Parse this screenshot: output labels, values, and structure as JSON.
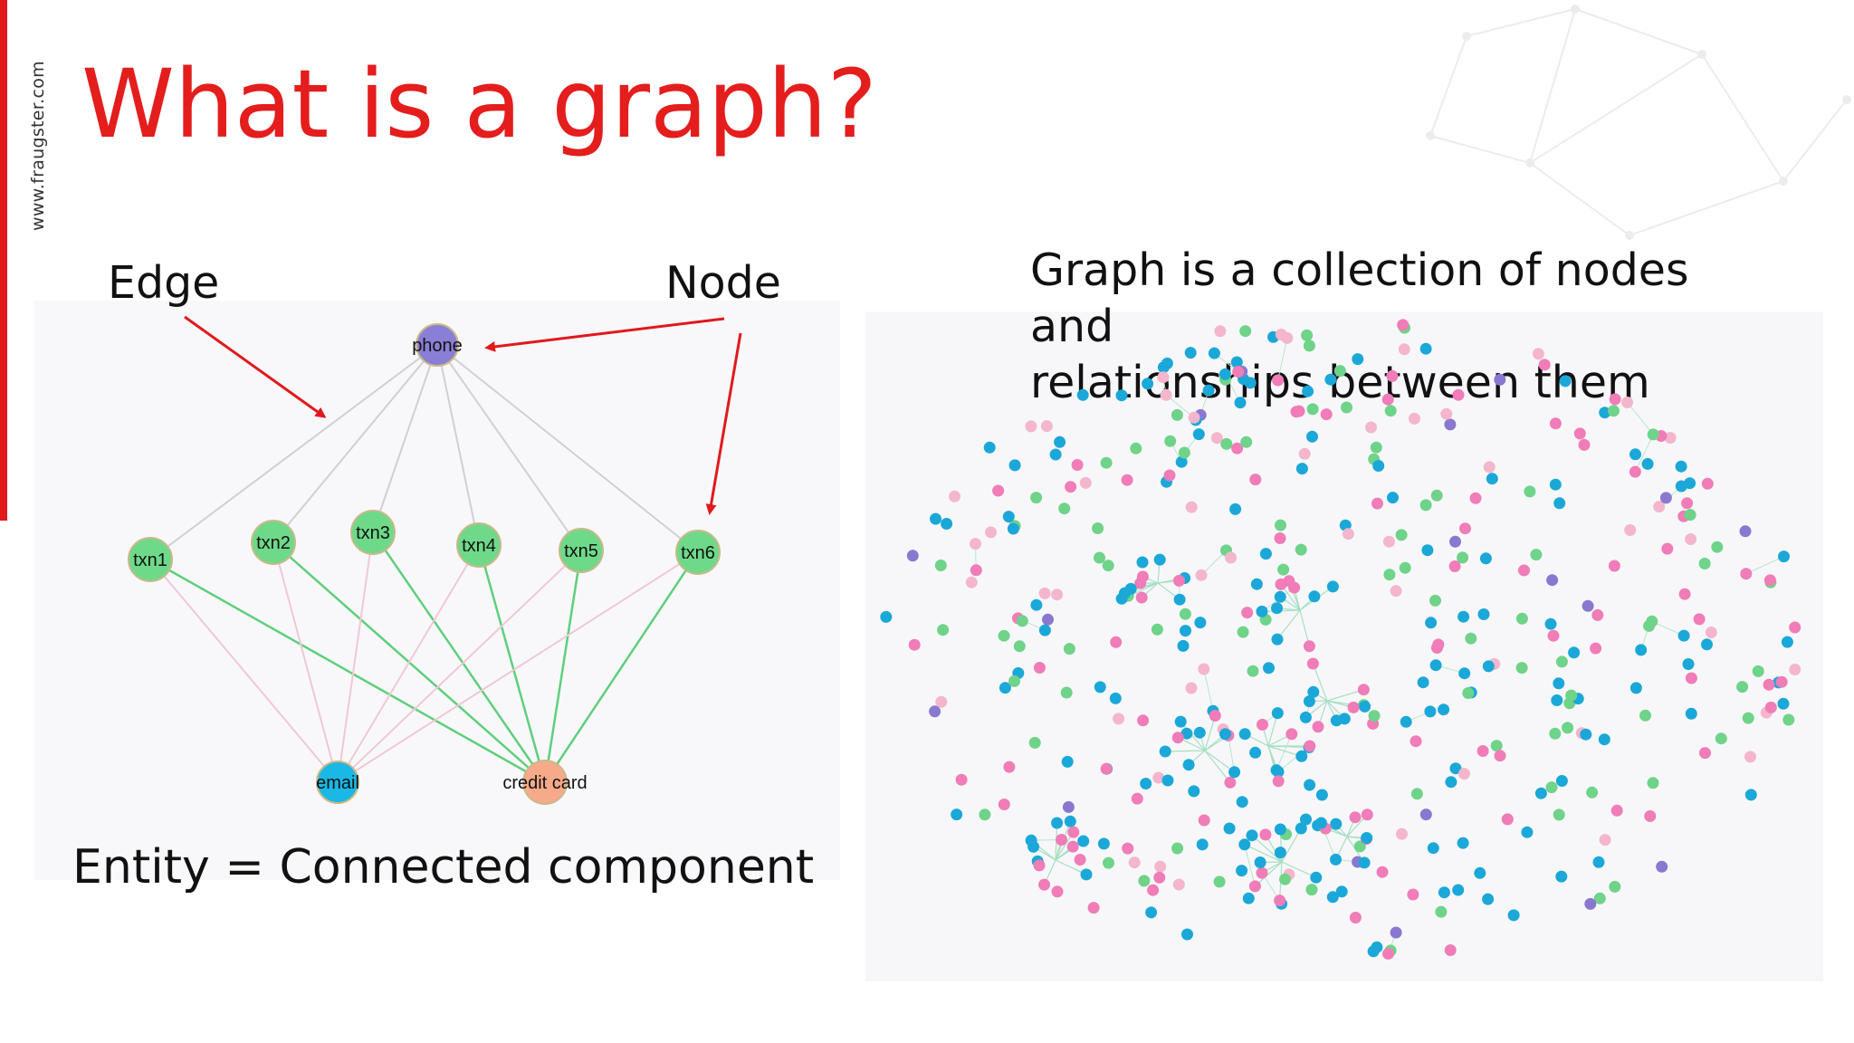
{
  "slide": {
    "website": "www.fraugster.com",
    "title": "What is a graph?",
    "edge_label": "Edge",
    "node_label": "Node",
    "description_line1": "Graph is a collection of nodes and",
    "description_line2": "relationships between them",
    "footer_equation": "Entity = Connected component",
    "accent_color": "#e41d1d"
  },
  "entity_graph": {
    "nodes": [
      {
        "id": "phone",
        "label": "phone",
        "type": "phone",
        "color": "#8a7fd6"
      },
      {
        "id": "txn1",
        "label": "txn1",
        "type": "transaction",
        "color": "#6fd98a"
      },
      {
        "id": "txn2",
        "label": "txn2",
        "type": "transaction",
        "color": "#6fd98a"
      },
      {
        "id": "txn3",
        "label": "txn3",
        "type": "transaction",
        "color": "#6fd98a"
      },
      {
        "id": "txn4",
        "label": "txn4",
        "type": "transaction",
        "color": "#6fd98a"
      },
      {
        "id": "txn5",
        "label": "txn5",
        "type": "transaction",
        "color": "#6fd98a"
      },
      {
        "id": "txn6",
        "label": "txn6",
        "type": "transaction",
        "color": "#6fd98a"
      },
      {
        "id": "email",
        "label": "email",
        "type": "email",
        "color": "#1bb8e6"
      },
      {
        "id": "credit_card",
        "label": "credit card",
        "type": "credit_card",
        "color": "#f6aa8a"
      }
    ],
    "edges": [
      [
        "phone",
        "txn1"
      ],
      [
        "phone",
        "txn2"
      ],
      [
        "phone",
        "txn3"
      ],
      [
        "phone",
        "txn4"
      ],
      [
        "phone",
        "txn5"
      ],
      [
        "phone",
        "txn6"
      ],
      [
        "txn1",
        "credit_card"
      ],
      [
        "txn2",
        "credit_card"
      ],
      [
        "txn3",
        "credit_card"
      ],
      [
        "txn4",
        "credit_card"
      ],
      [
        "txn5",
        "credit_card"
      ],
      [
        "txn6",
        "credit_card"
      ],
      [
        "txn1",
        "email"
      ],
      [
        "txn2",
        "email"
      ],
      [
        "txn3",
        "email"
      ],
      [
        "txn4",
        "email"
      ],
      [
        "txn5",
        "email"
      ],
      [
        "txn6",
        "email"
      ]
    ]
  },
  "network_palette": [
    "#1ba8d8",
    "#6fd38a",
    "#f07cb8",
    "#f4b6cc",
    "#8a78d0"
  ]
}
